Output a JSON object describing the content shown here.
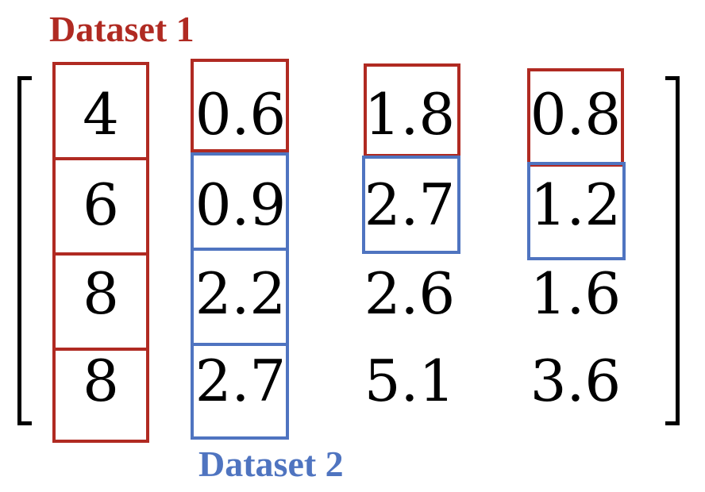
{
  "labels": {
    "dataset_1": "Dataset 1",
    "dataset_2": "Dataset 2"
  },
  "colors": {
    "dataset_1": "#b02a22",
    "dataset_2": "#4f74c0",
    "text": "#000000"
  },
  "matrix": [
    [
      "4",
      "0.6",
      "1.8",
      "0.8"
    ],
    [
      "6",
      "0.9",
      "2.7",
      "1.2"
    ],
    [
      "8",
      "2.2",
      "2.6",
      "1.6"
    ],
    [
      "8",
      "2.7",
      "5.1",
      "3.6"
    ]
  ]
}
